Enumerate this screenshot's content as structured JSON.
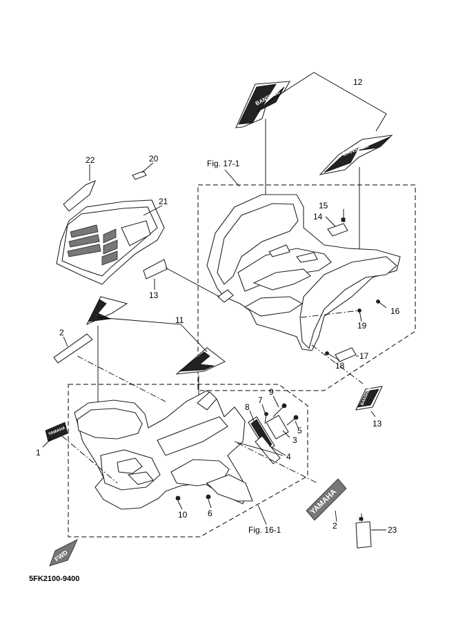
{
  "callouts": {
    "c1": "1",
    "c2a": "2",
    "c2b": "2",
    "c3": "3",
    "c4": "4",
    "c5": "5",
    "c6": "6",
    "c7": "7",
    "c8": "8",
    "c9": "9",
    "c10": "10",
    "c11": "11",
    "c12": "12",
    "c13a": "13",
    "c13b": "13",
    "c14": "14",
    "c15": "15",
    "c16": "16",
    "c17": "17",
    "c18": "18",
    "c19": "19",
    "c20": "20",
    "c21": "21",
    "c22": "22",
    "c23": "23"
  },
  "figure_refs": {
    "rear": "Fig. 17-1",
    "front": "Fig. 16-1"
  },
  "emblems": {
    "brand_small": "YAMAHA",
    "brand_large": "YAMAHA",
    "model": "BANSHEE",
    "fwd": "FWD"
  },
  "document_id": "5FK2100-9400",
  "colors": {
    "line": "#000000",
    "shade": "#777777",
    "background": "#ffffff"
  }
}
